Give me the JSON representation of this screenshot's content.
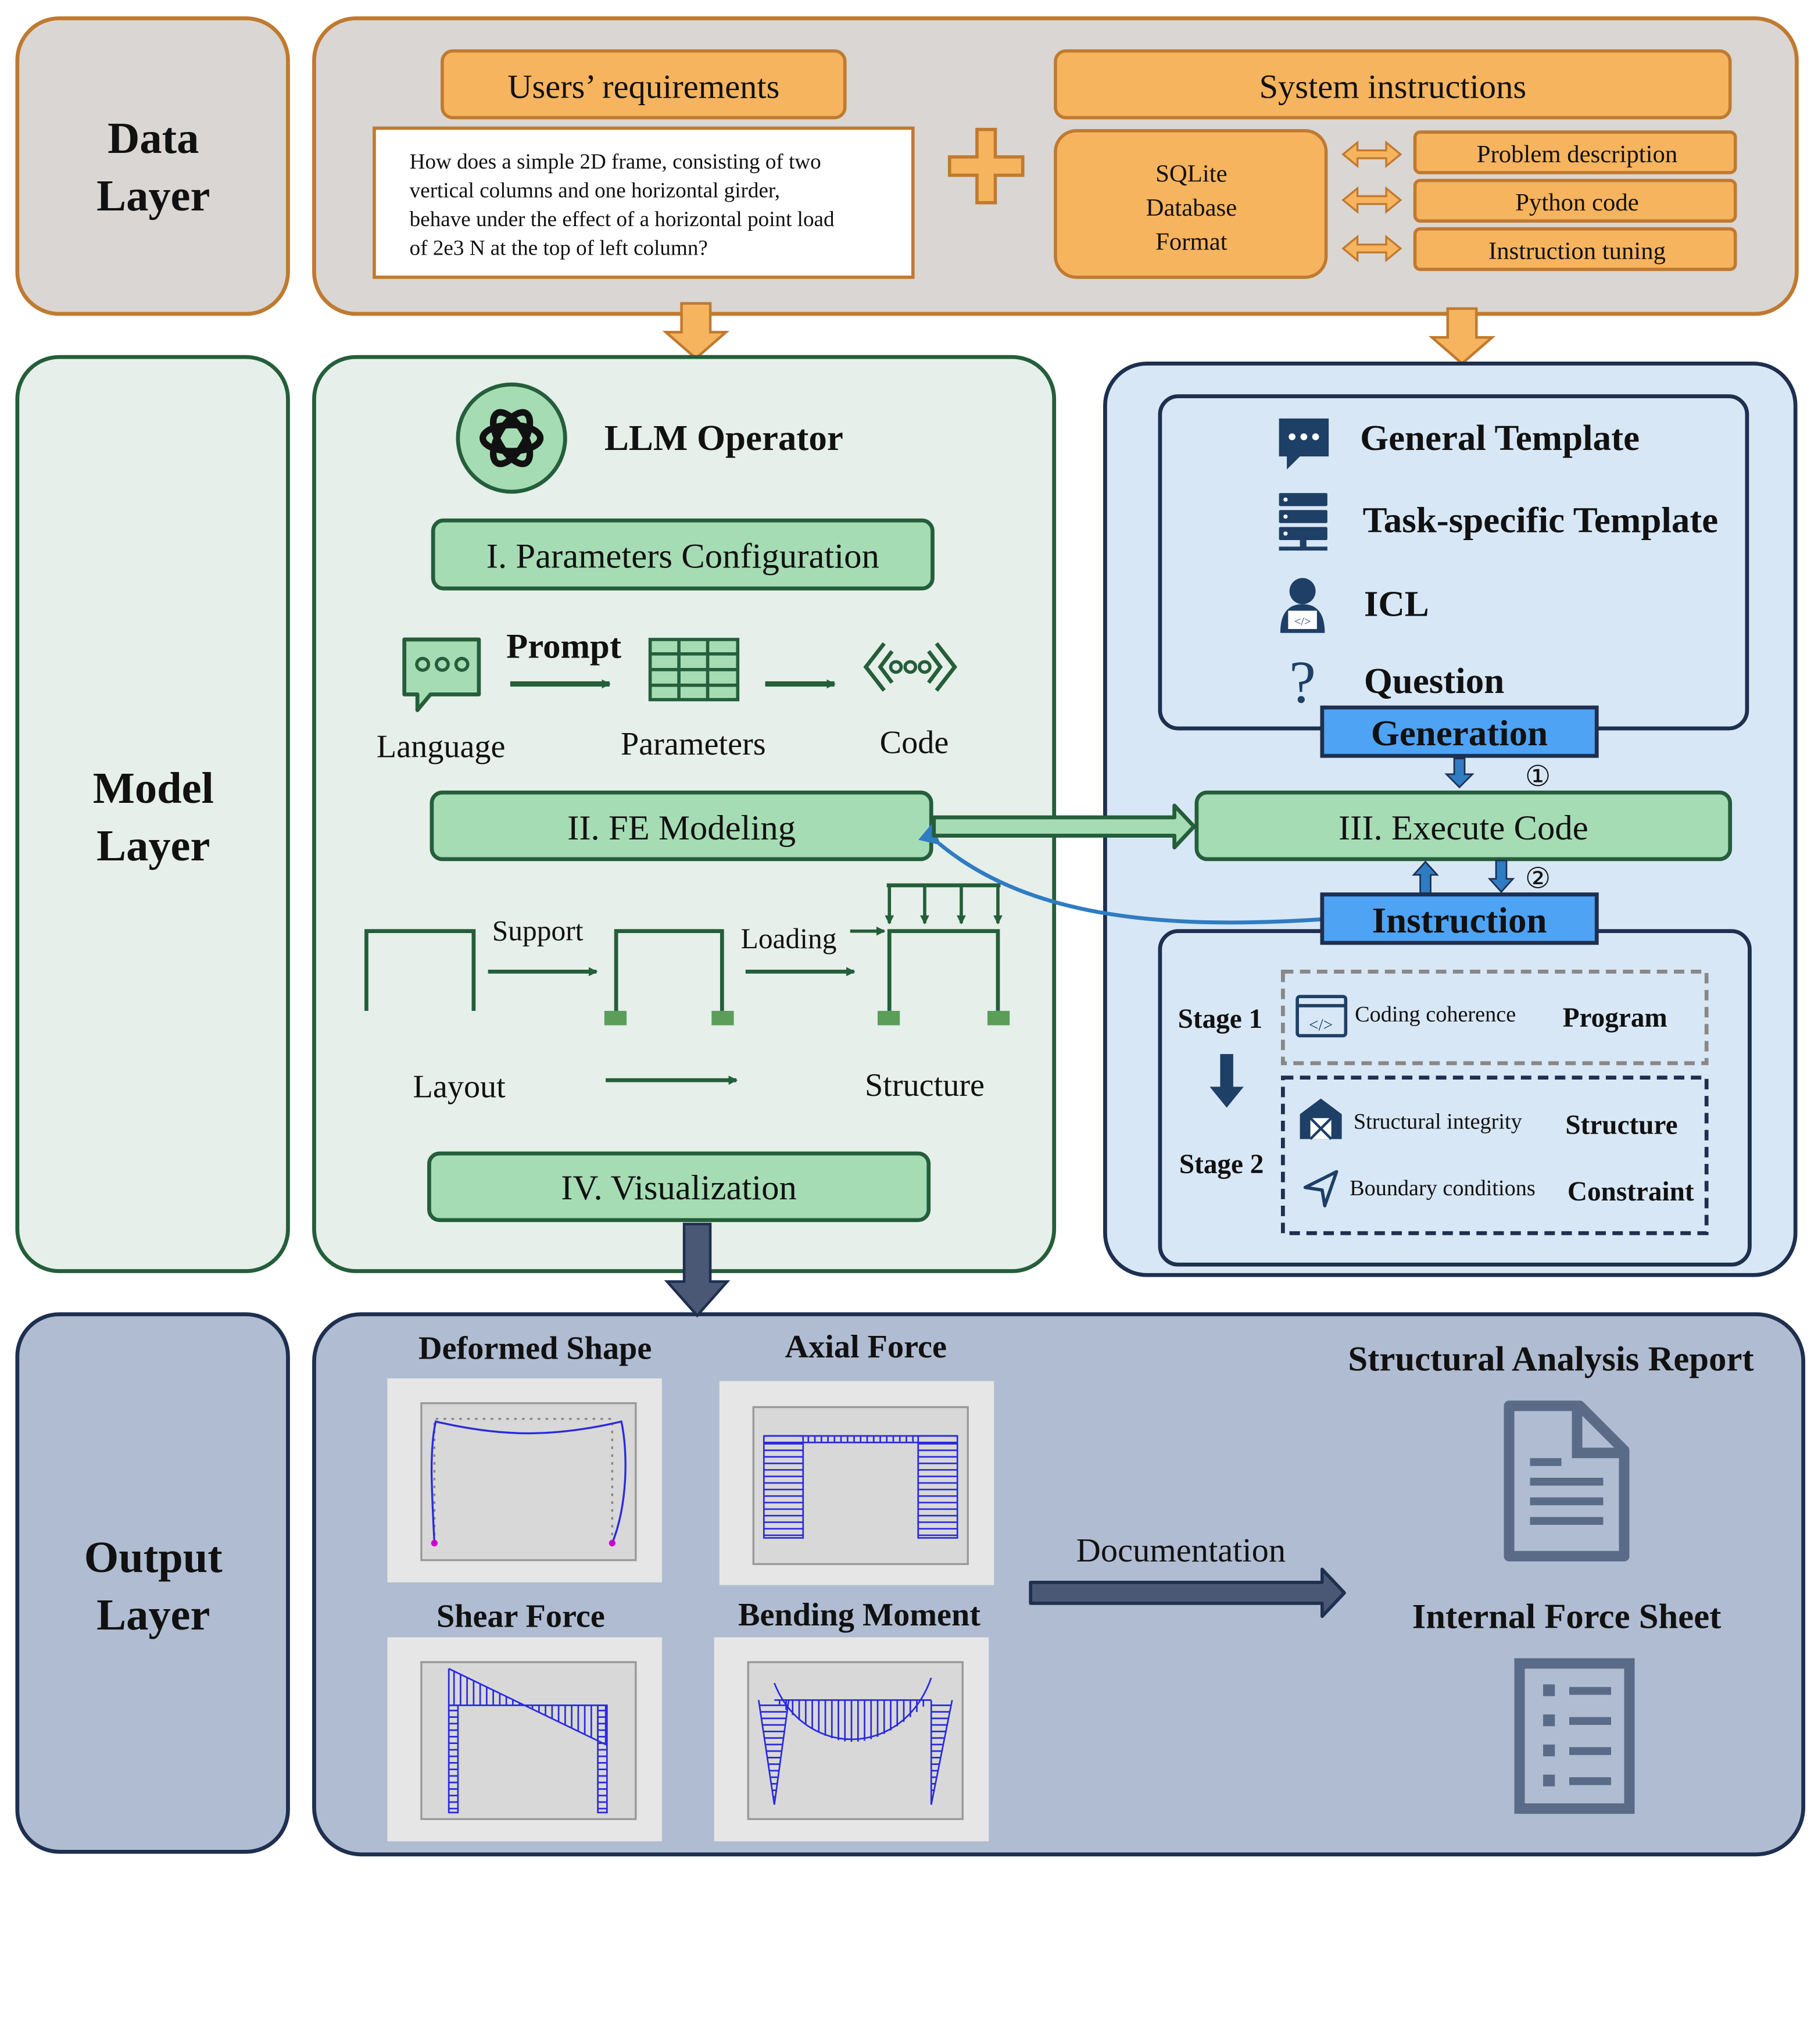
{
  "layers": {
    "data": [
      "Data",
      "Layer"
    ],
    "model": [
      "Model",
      "Layer"
    ],
    "output": [
      "Output",
      "Layer"
    ]
  },
  "data_layer": {
    "users_requirements": "Users’ requirements",
    "question_lines": [
      "How does a simple 2D frame, consisting of two",
      "vertical columns and one horizontal girder,",
      "behave under the effect of a horizontal point load",
      "of 2e3 N at the top of left column?"
    ],
    "system_instructions": "System instructions",
    "database_lines": [
      "SQLite",
      "Database",
      "Format"
    ],
    "instruction_items": [
      "Problem description",
      "Python code",
      "Instruction tuning"
    ]
  },
  "llm": {
    "title": "LLM Operator",
    "step1": "I. Parameters Configuration",
    "prompt": "Prompt",
    "language": "Language",
    "parameters": "Parameters",
    "code": "Code",
    "step2": "II. FE Modeling",
    "support": "Support",
    "loading": "Loading",
    "layout": "Layout",
    "structure": "Structure",
    "step4": "IV. Visualization"
  },
  "templates": {
    "items": [
      "General Template",
      "Task-specific Template",
      "ICL",
      "Question"
    ],
    "generation": "Generation",
    "step3": "III. Execute Code",
    "marker1": "①",
    "marker2": "②",
    "instruction": "Instruction",
    "stage1": "Stage 1",
    "stage2": "Stage 2",
    "coding_coherence": "Coding coherence",
    "program": "Program",
    "structural_integrity": "Structural integrity",
    "structure": "Structure",
    "boundary_conditions": "Boundary conditions",
    "constraint": "Constraint"
  },
  "output": {
    "deformed_shape": "Deformed Shape",
    "axial_force": "Axial Force",
    "shear_force": "Shear Force",
    "bending_moment": "Bending Moment",
    "documentation": "Documentation",
    "report": "Structural Analysis Report",
    "sheet": "Internal Force Sheet"
  },
  "colors": {
    "orange": "#f7b45e",
    "orange_dark": "#c07a30",
    "green_panel": "#e6efe9",
    "green_dark": "#245e3a",
    "green_box": "#a6dcb4",
    "blue_panel": "#d8e7f5",
    "navy": "#1e2f4f",
    "blue_label": "#4ea3f5",
    "output_panel": "#b0bcd1",
    "chart_blue": "#2a2adf"
  }
}
